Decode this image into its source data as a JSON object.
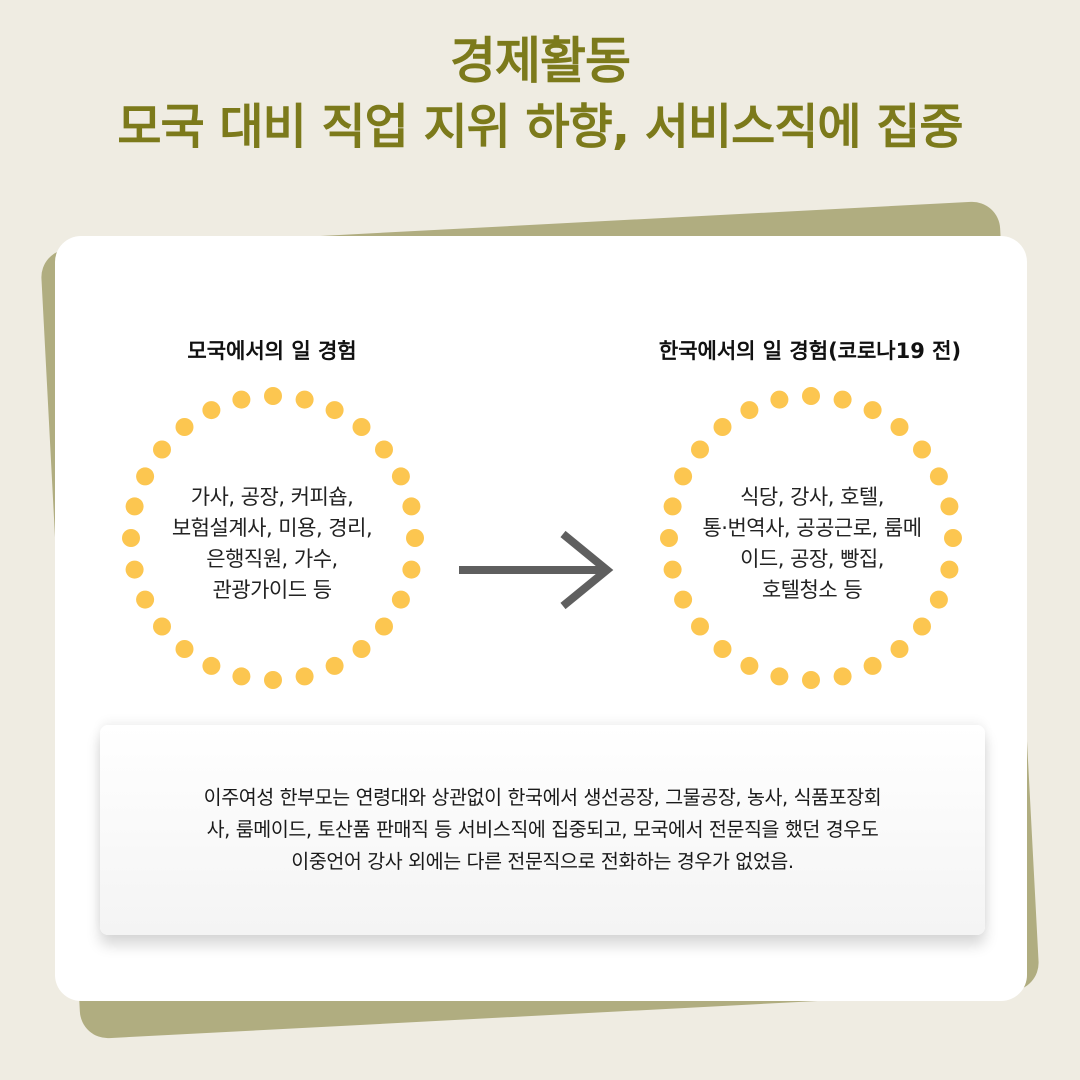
{
  "title": {
    "line1": "경제활동",
    "line2": "모국 대비 직업 지위 하향, 서비스직에 집중"
  },
  "left": {
    "heading": "모국에서의 일 경험",
    "lines": [
      "가사, 공장, 커피숍,",
      "보험설계사, 미용, 경리,",
      "은행직원, 가수,",
      "관광가이드 등"
    ]
  },
  "right": {
    "heading": "한국에서의 일 경험(코로나19 전)",
    "lines": [
      "식당, 강사, 호텔,",
      "통·번역사, 공공근로, 룸메",
      "이드, 공장, 빵집,",
      "호텔청소 등"
    ]
  },
  "summary": {
    "lines": [
      "이주여성 한부모는 연령대와 상관없이 한국에서 생선공장, 그물공장, 농사, 식품포장회",
      "사, 룸메이드, 토산품 판매직 등 서비스직에 집중되고, 모국에서 전문직을 했던 경우도",
      "이중언어 강사 외에는 다른 전문직으로 전화하는 경우가 없었음."
    ]
  },
  "icons": {
    "arrow": "arrow-right-icon"
  },
  "colors": {
    "background": "#efece2",
    "title": "#7c7a1b",
    "tilted_card": "#b0ad80",
    "dots": "#fcc650",
    "arrow": "#5f5f5f"
  }
}
